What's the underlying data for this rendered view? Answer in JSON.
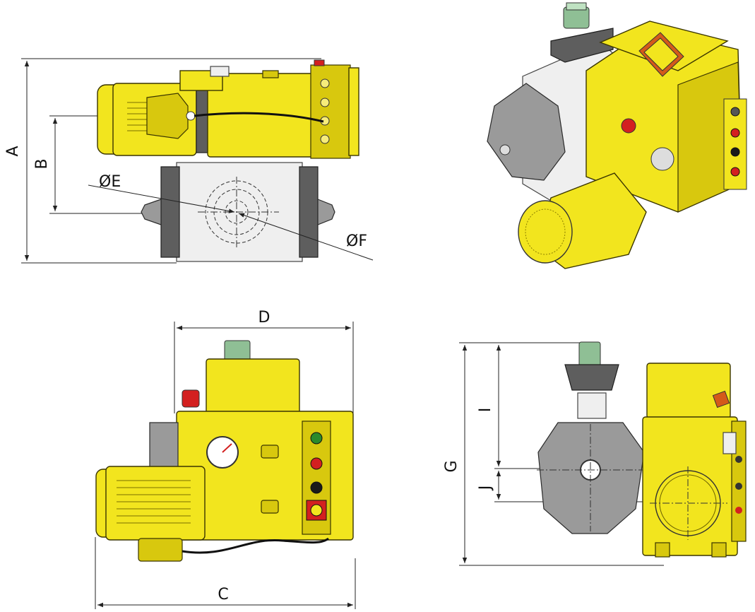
{
  "views": {
    "top": {
      "dimensions": {
        "A": "A",
        "B": "B",
        "E": "ØE",
        "F": "ØF"
      }
    },
    "front": {
      "dimensions": {
        "C": "C",
        "D": "D"
      }
    },
    "side": {
      "dimensions": {
        "G": "G",
        "I": "I",
        "J": "J"
      }
    }
  },
  "colors": {
    "actuator_yellow": "#f2e51e",
    "housing_grey": "#9a9a9a",
    "lamp_red": "#d32020",
    "lamp_green": "#2b8a2b",
    "lamp_black": "#1a1a1a"
  }
}
